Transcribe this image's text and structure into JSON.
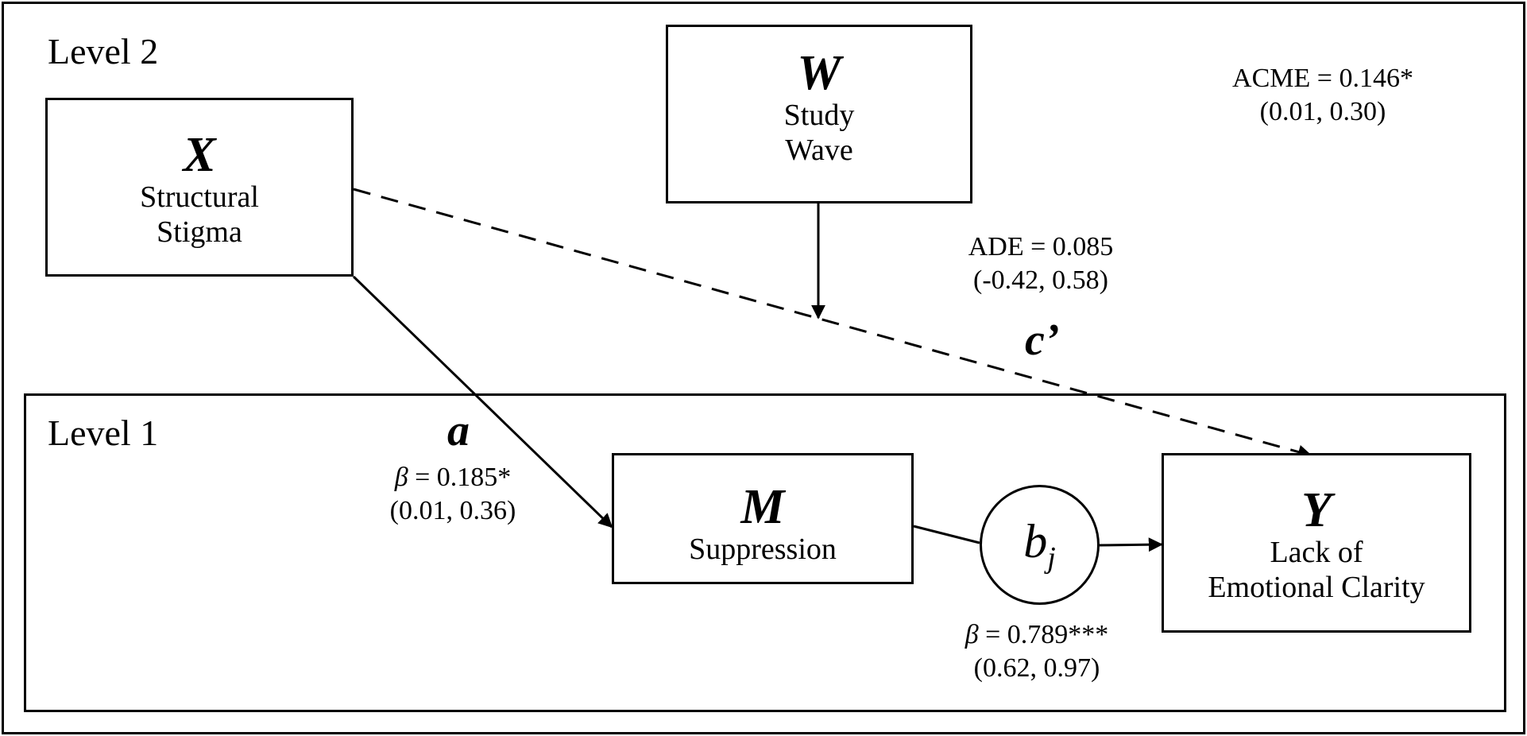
{
  "level2_label": "Level 2",
  "level1_label": "Level 1",
  "nodes": {
    "x": {
      "symbol": "X",
      "label_line1": "Structural",
      "label_line2": "Stigma"
    },
    "w": {
      "symbol": "W",
      "label_line1": "Study",
      "label_line2": "Wave"
    },
    "m": {
      "symbol": "M",
      "label_line1": "Suppression"
    },
    "y": {
      "symbol": "Y",
      "label_line1": "Lack of",
      "label_line2": "Emotional Clarity"
    }
  },
  "path_a": {
    "letter": "a",
    "beta_symbol": "β",
    "beta_value": " = 0.185*",
    "ci": "(0.01, 0.36)"
  },
  "path_b": {
    "letter": "b",
    "subscript": "j",
    "beta_symbol": "β",
    "beta_value": " = 0.789***",
    "ci": "(0.62, 0.97)"
  },
  "path_c": {
    "letter": "c’",
    "effect": "ADE = 0.085",
    "ci": "(-0.42, 0.58)"
  },
  "acme": {
    "effect": "ACME = 0.146*",
    "ci": "(0.01, 0.30)"
  }
}
